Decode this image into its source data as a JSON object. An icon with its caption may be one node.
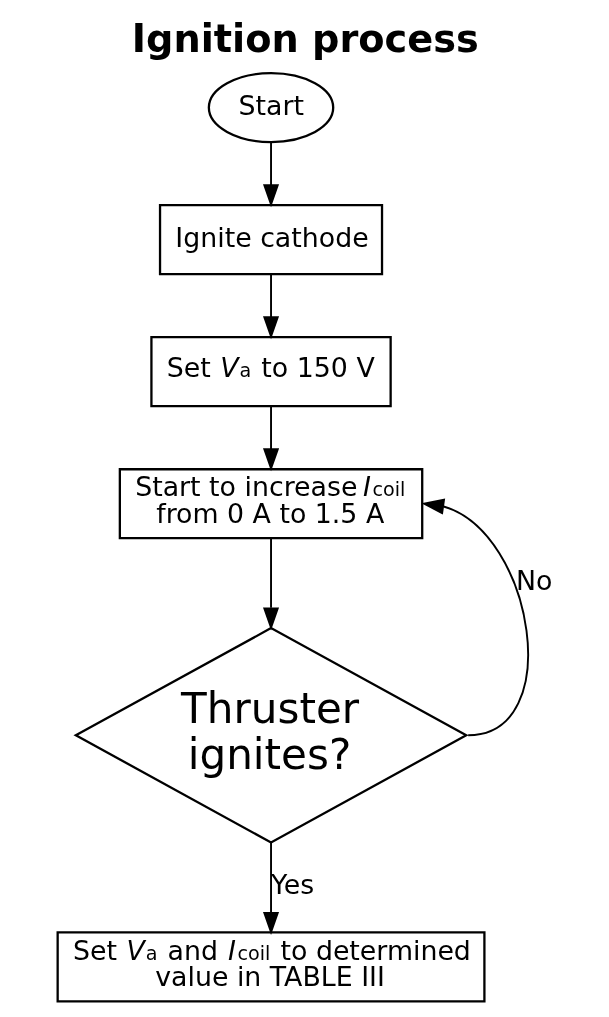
{
  "diagram": {
    "title": "Ignition process",
    "nodes": [
      {
        "text": [
          "Start"
        ]
      },
      {
        "text": [
          "Ignite cathode"
        ]
      },
      {
        "text": [
          "Set *V*$_{a}$ to 150 V"
        ]
      },
      {
        "text": [
          "Start to increase *I*$_{coil}$ from 0 A to 1.5 A"
        ]
      },
      {
        "text": [
          "Thruster ignites?"
        ]
      },
      {
        "text": [
          "Set *V*$_{a}$ and *I*$_{coil}$ to determined value in TABLE III"
        ]
      }
    ],
    "edges": [
      {
        "from": 0,
        "to": 1,
        "arrow": "to"
      },
      {
        "from": 1,
        "to": 2,
        "arrow": "to"
      },
      {
        "from": 2,
        "to": 3,
        "arrow": "to"
      },
      {
        "from": 3,
        "to": 4,
        "arrow": "to"
      },
      {
        "from": 4,
        "to": 5,
        "arrow": "to",
        "label": "Yes"
      },
      {
        "from": 4,
        "to": 3,
        "arrow": "to",
        "label": "No"
      }
    ]
  }
}
